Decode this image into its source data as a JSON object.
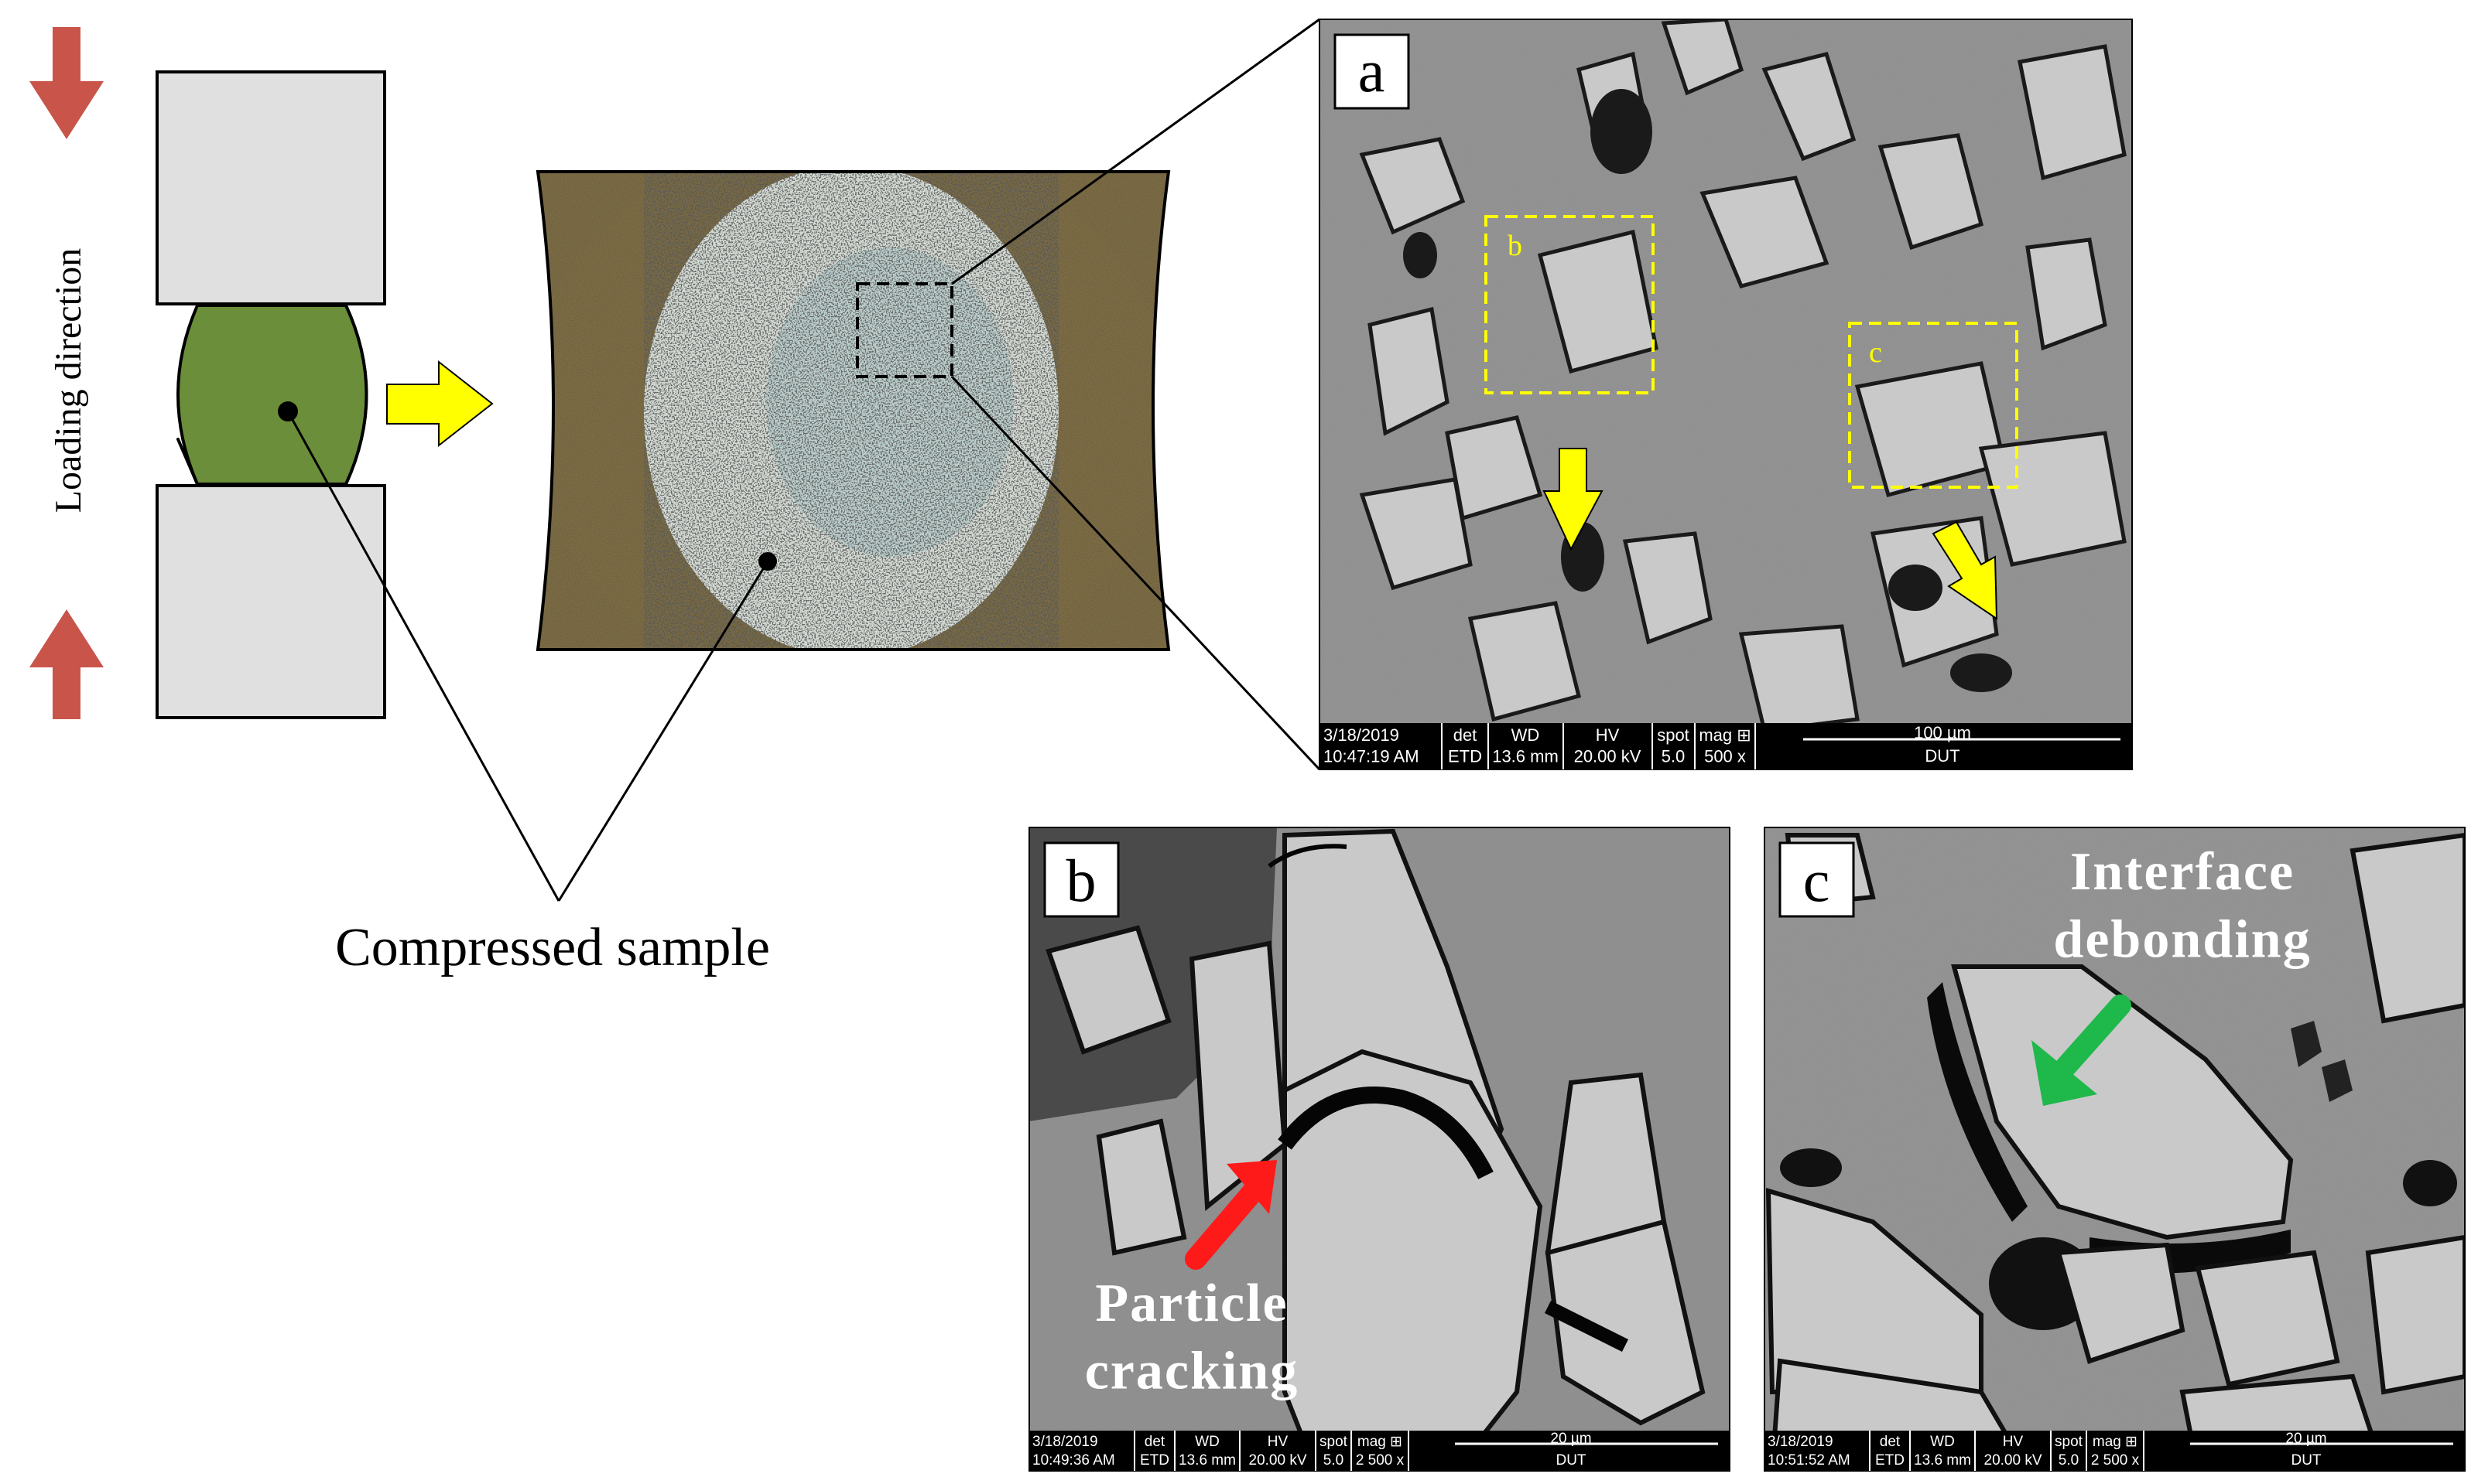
{
  "loading_direction": "Loading direction",
  "compressed_sample": "Compressed sample",
  "panels": {
    "a": {
      "label": "a",
      "roi_b": "b",
      "roi_c": "c",
      "databar": {
        "date_time": "3/18/2019\n10:47:19 AM",
        "det": "det\nETD",
        "wd": "WD\n13.6 mm",
        "hv": "HV\n20.00 kV",
        "spot": "spot\n5.0",
        "mag": "mag ⊞\n500 x",
        "scale": "100 µm",
        "org": "DUT"
      }
    },
    "b": {
      "label": "b",
      "annotation": "Particle\ncracking",
      "databar": {
        "date_time": "3/18/2019\n10:49:36 AM",
        "det": "det\nETD",
        "wd": "WD\n13.6 mm",
        "hv": "HV\n20.00 kV",
        "spot": "spot\n5.0",
        "mag": "mag ⊞\n2 500 x",
        "scale": "20 µm",
        "org": "DUT"
      }
    },
    "c": {
      "label": "c",
      "annotation": "Interface\ndebonding",
      "databar": {
        "date_time": "3/18/2019\n10:51:52 AM",
        "det": "det\nETD",
        "wd": "WD\n13.6 mm",
        "hv": "HV\n20.00 kV",
        "spot": "spot\n5.0",
        "mag": "mag ⊞\n2 500 x",
        "scale": "20 µm",
        "org": "DUT"
      }
    }
  },
  "colors": {
    "load_arrow": "#c8544a",
    "platen": "#e0e0e0",
    "sample_green": "#6b8e3a",
    "flow_arrow": "#ffff00",
    "sem_matrix": "#8d8d8d",
    "sem_particle": "#c9c9c9",
    "roi_dash": "#ffff00",
    "crack_arrow": "#ff1a1a",
    "debond_arrow": "#1fb84a"
  }
}
